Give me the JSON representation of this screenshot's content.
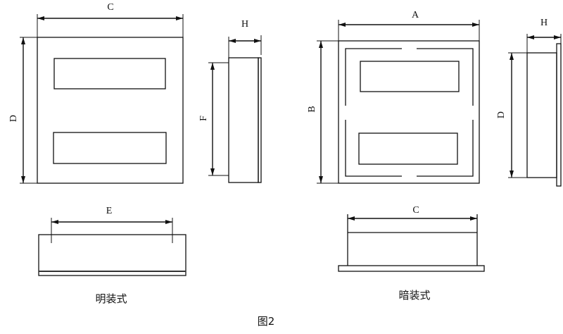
{
  "labels": {
    "surface_front_width": "C",
    "surface_front_height": "D",
    "surface_side_depth": "H",
    "surface_side_height": "F",
    "surface_top_width": "E",
    "flush_front_width": "A",
    "flush_front_height": "B",
    "flush_side_depth": "H",
    "flush_side_height": "D",
    "flush_top_width": "C"
  },
  "captions": {
    "surface_mount": "明装式",
    "flush_mount": "暗装式",
    "figure": "图2"
  },
  "colors": {
    "line": "#111111",
    "background": "#ffffff"
  }
}
